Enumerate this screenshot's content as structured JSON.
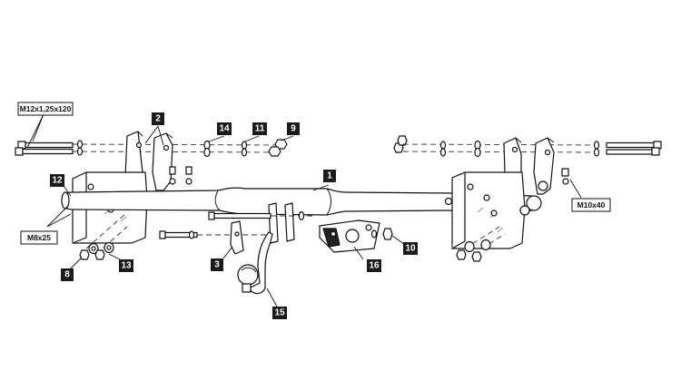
{
  "callouts": {
    "bolt_m12": "M12x1,25x120",
    "bolt_m8": "M8x25",
    "bolt_m10": "M10x40"
  },
  "tags": {
    "t1": "1",
    "t2": "2",
    "t3": "3",
    "t8": "8",
    "t9": "9",
    "t10": "10",
    "t11": "11",
    "t12": "12",
    "t13": "13",
    "t14": "14",
    "t15": "15",
    "t16": "16"
  },
  "colors": {
    "line": "#111111",
    "tag_fill": "#1b1b1b",
    "tag_text": "#ffffff"
  }
}
